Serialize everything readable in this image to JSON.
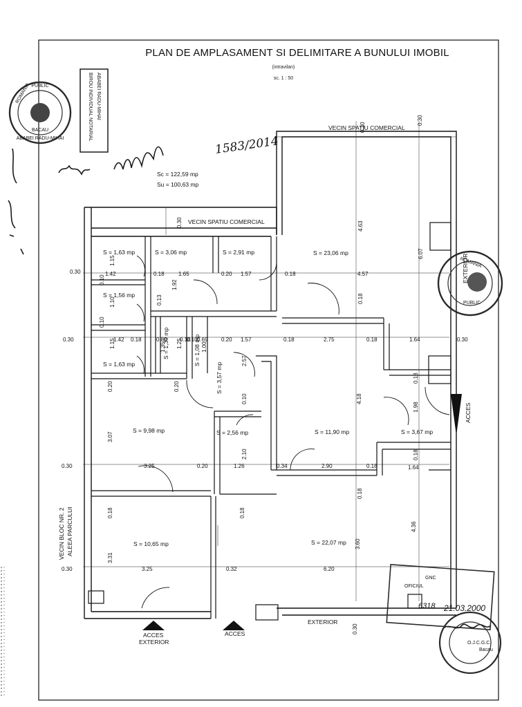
{
  "title": "PLAN DE AMPLASAMENT SI DELIMITARE A BUNULUI IMOBIL",
  "subtitle": "(intravilan)",
  "scale": "sc. 1 : 50",
  "areas": {
    "sc": "Sc = 122,59 mp",
    "su": "Su = 100,63 mp"
  },
  "handwritten_number": "1583/2014",
  "neighbors": {
    "top_right": "VECIN SPATIU COMERCIAL",
    "top_left": "VECIN SPATIU COMERCIAL",
    "left_1": "VECIN BLOC NR. 2",
    "left_2": "ALEEA PARCULUI",
    "right": "EXTERIOR",
    "bottom": "EXTERIOR"
  },
  "access": {
    "right": "ACCES",
    "bottom_left_1": "ACCES",
    "bottom_left_2": "EXTERIOR",
    "bottom_mid": "ACCES"
  },
  "rooms": {
    "r1": "S = 1,63 mp",
    "r2": "S = 1,56 mp",
    "r3": "S = 1,63 mp",
    "r4": "S = 3,06 mp",
    "r5": "S = 2,91 mp",
    "r6": "S = 23,06 mp",
    "r7": "S = 1,39 mp",
    "r8": "S = 1,08 mp",
    "r9": "S = 3,57 mp",
    "r10": "S = 9,98 mp",
    "r11": "S = 2,56 mp",
    "r12": "S = 11,90 mp",
    "r13": "S = 3,67 mp",
    "r14": "S = 10,65 mp",
    "r15": "S = 22,07 mp"
  },
  "dims": {
    "d_top1": "0.30",
    "d_top2": "0.30",
    "d_top3": "0.30",
    "d_463": "4.63",
    "d_607": "6.07",
    "d_457": "4.57",
    "d_018a": "0.18",
    "d_018b": "0.18",
    "d_157a": "1.57",
    "d_165": "1.65",
    "d_018c": "0.18",
    "d_020a": "0.20",
    "d_115a": "1.15",
    "d_142a": "1.42",
    "d_010a": "0.10",
    "d_110": "1.10",
    "d_010b": "0.10",
    "d_030a": "0.30",
    "d_013": "0.13",
    "d_192": "1.92",
    "d_030b": "0.30",
    "d_115b": "1.15",
    "d_142b": "1.42",
    "d_018d": "0.18",
    "d_080": "0.80",
    "d_010c": "0.10",
    "d_010d": "0.10",
    "d_069": "0.69",
    "d_020b": "0.20",
    "d_157b": "1.57",
    "d_018e": "0.18",
    "d_275": "2.75",
    "d_018f": "0.18",
    "d_164a": "1.64",
    "d_030c": "0.30",
    "d_135": "1.35",
    "d_125": "1.25",
    "d_100": "1.00",
    "d_257": "2.57",
    "d_020c": "0.20",
    "d_020d": "0.20",
    "d_010e": "0.10",
    "d_418": "4.18",
    "d_018g": "0.18",
    "d_198": "1.98",
    "d_307": "3.07",
    "d_210": "2.10",
    "d_030d": "0.30",
    "d_325a": "3.25",
    "d_020e": "0.20",
    "d_126": "1.26",
    "d_034": "0.34",
    "d_290": "2.90",
    "d_018h": "0.18",
    "d_018i": "0.18",
    "d_164b": "1.64",
    "d_018j": "0.18",
    "d_018k": "0.18",
    "d_018l": "0.18",
    "d_436": "4.36",
    "d_360": "3.60",
    "d_331": "3.31",
    "d_030e": "0.30",
    "d_325b": "3.25",
    "d_032": "0.32",
    "d_620": "6.20",
    "d_030f": "0.30"
  },
  "stamps": {
    "left_ring": "ROMANIA",
    "left_inner": "BACAU",
    "left_bottom": "ABABEI RADU-MIHAI",
    "left_top": "PUBLIC",
    "left_box_1": "BIROU INDIVIDUAL NOTARIAL",
    "left_box_2": "ABABEI RADU-MIHAI",
    "right_ring": "ROMANIA",
    "right_inner": "PUBLIC",
    "bottom_box_1": "GNC",
    "bottom_box_2": "OFICIUL",
    "bottom_round_1": "O.J.C.G.C.",
    "bottom_round_2": "Bacau",
    "hand_date": "21.03.2000",
    "hand_num": "6318"
  },
  "colors": {
    "ink": "#111111",
    "stamp": "#2a2a2a",
    "paper": "#ffffff"
  }
}
